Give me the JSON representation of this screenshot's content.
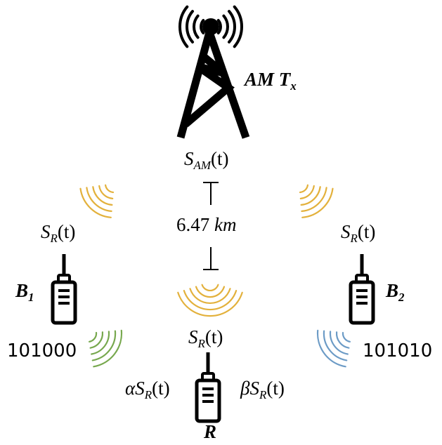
{
  "tower": {
    "label": "AM T",
    "label_sub": "x"
  },
  "signals": {
    "s_am": {
      "sym": "S",
      "sub": "AM",
      "arg": "(t)"
    },
    "s_r_left": {
      "sym": "S",
      "sub": "R",
      "arg": "(t)"
    },
    "s_r_right": {
      "sym": "S",
      "sub": "R",
      "arg": "(t)"
    },
    "s_r_center": {
      "sym": "S",
      "sub": "R",
      "arg": "(t)"
    },
    "alpha_s_r": {
      "coef": "α",
      "sym": "S",
      "sub": "R",
      "arg": "(t)"
    },
    "beta_s_r": {
      "coef": "β",
      "sym": "S",
      "sub": "R",
      "arg": "(t)"
    }
  },
  "distance": {
    "value": "6.47",
    "unit": "km"
  },
  "radios": {
    "b1": {
      "label": "B",
      "sub": "1",
      "bits": "101000"
    },
    "b2": {
      "label": "B",
      "sub": "2",
      "bits": "101010"
    },
    "r": {
      "label": "R"
    }
  },
  "colors": {
    "ink": "#000000",
    "ambient_wave": "#E3B13C",
    "b1_wave": "#77A84E",
    "b2_wave": "#6C9BC6"
  }
}
